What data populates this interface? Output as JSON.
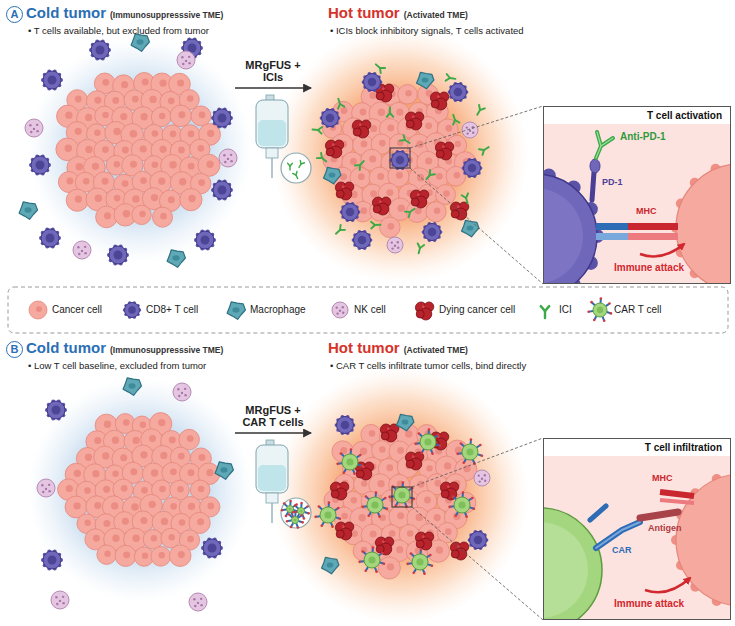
{
  "diagram": {
    "nodes": [
      {
        "text": [
          "A"
        ]
      },
      {
        "text": [
          "Cold tumor",
          "(Immunosuppresssive TME)",
          "• T cells available, but excluded from tumor"
        ]
      },
      {
        "text": [
          "Hot tumor",
          "(Activated TME)",
          "• ICIs block inhibitory signals, T cells activated"
        ]
      },
      {
        "text": [
          "T cell activation"
        ]
      },
      {
        "text": [
          "B"
        ]
      },
      {
        "text": [
          "Cold tumor",
          "(Immunosuppresssive TME)",
          "• Low T cell baseline, excluded from tumor"
        ]
      },
      {
        "text": [
          "Hot tumor",
          "(Activated TME)",
          "• CAR T cells infiltrate tumor cells, bind directly"
        ]
      },
      {
        "text": [
          "T cell infiltration"
        ]
      }
    ],
    "edges": [
      {
        "from": 1,
        "to": 2,
        "label": "MRgFUS + ICIs",
        "arrow": "to"
      },
      {
        "from": 5,
        "to": 6,
        "label": "MRgFUS + CAR T cells",
        "arrow": "to"
      }
    ],
    "labels": [
      "Anti-PD-1",
      "PD-1",
      "MHC",
      "Immune attack",
      "MHC",
      "CAR",
      "Antigen",
      "Immune attack"
    ],
    "legend": [
      {
        "text": "Cancer cell"
      },
      {
        "text": "CD8+ T cell"
      },
      {
        "text": "Macrophage"
      },
      {
        "text": "NK cell"
      },
      {
        "text": "Dying cancer cell"
      },
      {
        "text": "ICI"
      },
      {
        "text": "CAR T cell"
      }
    ]
  }
}
